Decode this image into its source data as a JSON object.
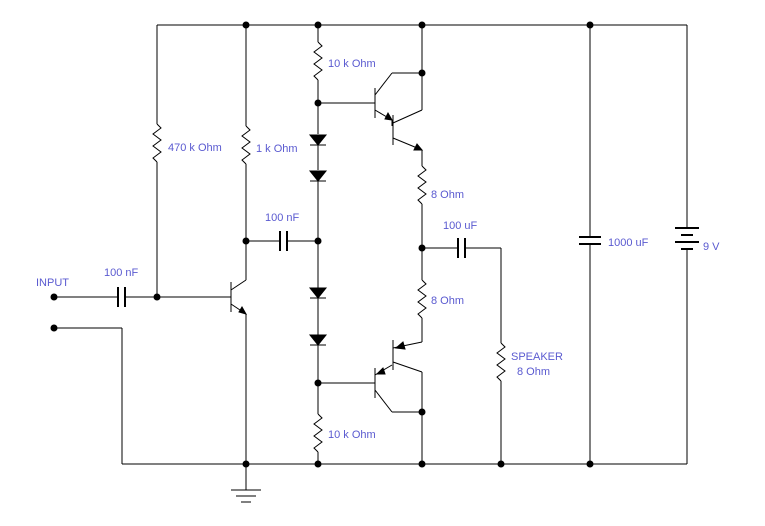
{
  "labels": {
    "input": "INPUT",
    "c_in": "100 nF",
    "r_bias": "470 k Ohm",
    "r_collector": "1 k Ohm",
    "c_coupling": "100 nF",
    "r_top": "10 k Ohm",
    "r_bottom": "10 k Ohm",
    "r_emitter_top": "8  Ohm",
    "r_emitter_bottom": "8  Ohm",
    "c_out": "100 uF",
    "speaker_line1": "SPEAKER",
    "speaker_line2": "8  Ohm",
    "c_filter": "1000 uF",
    "battery": "9 V"
  },
  "colors": {
    "label": "#5a5ad0",
    "wire": "#000000",
    "background": "#ffffff"
  }
}
